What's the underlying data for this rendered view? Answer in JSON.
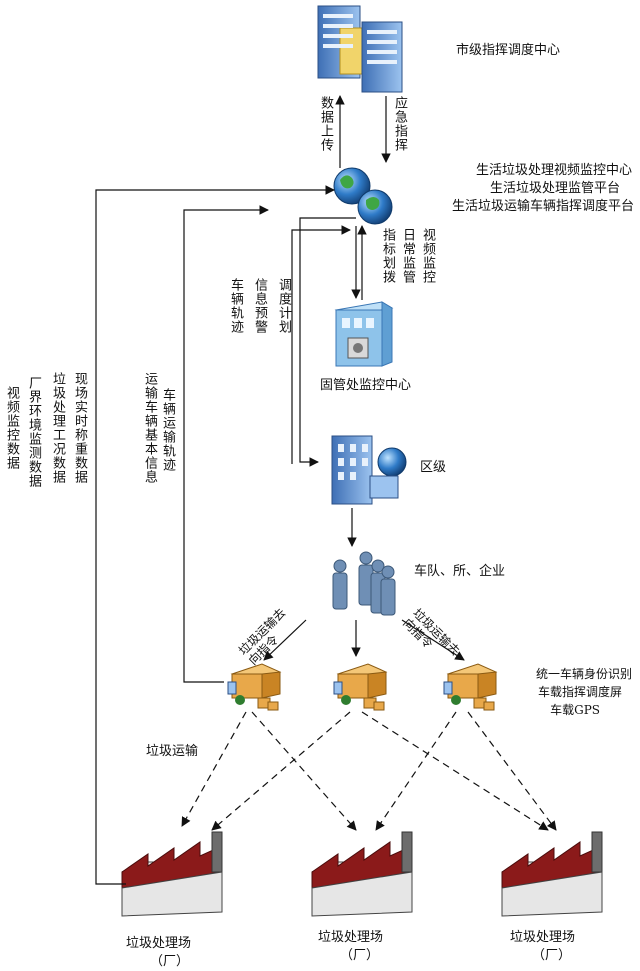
{
  "nodes": {
    "city_center": "市级指挥调度中心",
    "platform": [
      "生活垃圾处理视频监控中心",
      "生活垃圾处理监管平台",
      "生活垃圾运输车辆指挥调度平台"
    ],
    "solid_center": "固管处监控中心",
    "district": "区级",
    "fleet": "车队、所、企业",
    "truck_info": [
      "统一车辆身份识别",
      "车载指挥调度屏",
      "车载GPS"
    ],
    "plant": "垃圾处理场",
    "plant_sub": "（厂）"
  },
  "edges": {
    "data_upload": "数据上传",
    "emergency_command": "应急指挥",
    "indicator_allocation": "指标划拨",
    "daily_supervision": "日常监管",
    "video_monitoring": "视频监控",
    "vehicle_track": "车辆轨迹",
    "info_warning": "信息预警",
    "dispatch_plan": "调度计划",
    "transport_track": "车辆运输轨迹",
    "vehicle_info": "运输车辆基本信息",
    "site_weighing": "现场实时称重数据",
    "process_status": "垃圾处理工况数据",
    "env_monitoring": "厂界环境监测数据",
    "plant_video": "视频监控数据",
    "garbage_direction": "垃圾运输去向指令",
    "garbage_transport": "垃圾运输"
  },
  "colors": {
    "roof": "#8b1a1a",
    "factory_body": "#f4f4f4",
    "building_blue": "#5a8fcf",
    "truck_box": "#e8a84a",
    "person": "#6f8fb5"
  }
}
